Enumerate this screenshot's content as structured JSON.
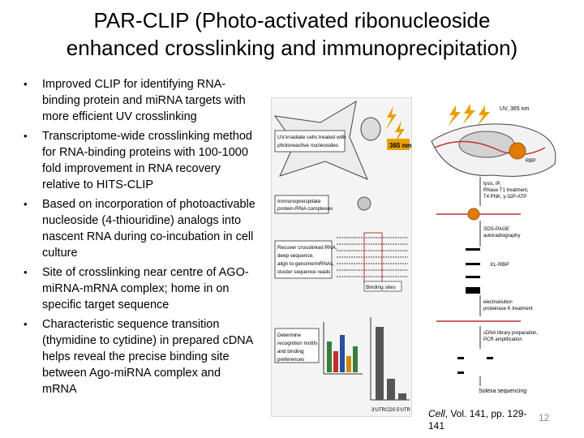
{
  "title": {
    "line1": "PAR-CLIP (Photo-activated ribonucleoside",
    "line2": "enhanced crosslinking and immunoprecipitation)"
  },
  "bullets": [
    "Improved CLIP for identifying RNA-binding protein and miRNA targets with more efficient UV crosslinking",
    "Transcriptome-wide crosslinking method for RNA-binding proteins with 100-1000 fold improvement in RNA recovery relative to HITS-CLIP",
    "Based on incorporation of photoactivable nucleoside (4-thiouridine) analogs into nascent RNA during co-incubation in cell culture",
    "Site of crosslinking near centre of AGO-miRNA-mRNA complex; home in on specific target sequence",
    "Characteristic sequence transition (thymidine to cytidine) in prepared cDNA helps reveal the precise binding site between Ago-miRNA complex and mRNA"
  ],
  "figure_left": {
    "step1": [
      "UV-irradiate cells treated with",
      "photoreactive nucleosides"
    ],
    "uv_label": "365 nm",
    "step2": [
      "Immunoprecipitate",
      "protein-RNA complexes"
    ],
    "step3": [
      "Recover crosslinked RNA,",
      "deep sequence,",
      "align to genome/mRNAs,",
      "cluster sequence reads"
    ],
    "binding_sites": "Binding sites",
    "step4": [
      "Determine",
      "recognition motifs",
      "and binding",
      "preferences"
    ],
    "axis_labels": [
      "3'UTR",
      "CDS",
      "5'UTR"
    ]
  },
  "figure_right": {
    "uv": "UV, 365 nm",
    "rbp": "RBP",
    "lysis": [
      "lysis, IP,",
      "RNase T1 treatment,",
      "T4 PNK, γ-32P-ATP"
    ],
    "sds": [
      "SDS-PAGE",
      "autoradiography"
    ],
    "xl_rbp": "XL-RBP",
    "electro": [
      "electroelution",
      "proteinase K treatment"
    ],
    "cdna": [
      "cDNA library preparation,",
      "PCR amplification"
    ],
    "solexa": "Solexa sequencing"
  },
  "citation": {
    "journal": "Cell",
    "detail": ", Vol. 141, pp. 129-141"
  },
  "page_number": "12",
  "colors": {
    "title": "#000000",
    "page_number": "#8a8a8a",
    "lightning": "#e8a000",
    "protein_orange": "#e07b00",
    "protein_dark": "#a05a00"
  }
}
